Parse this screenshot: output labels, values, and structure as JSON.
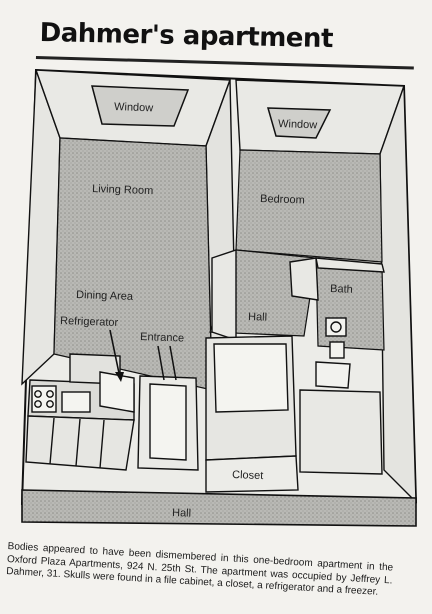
{
  "headline": "Dahmer's apartment",
  "labels": {
    "window_left": "Window",
    "window_right": "Window",
    "living_room": "Living Room",
    "bedroom": "Bedroom",
    "dining_area": "Dining Area",
    "refrigerator": "Refrigerator",
    "entrance": "Entrance",
    "hall_inner": "Hall",
    "bath": "Bath",
    "closet": "Closet",
    "hall_bottom": "Hall"
  },
  "caption": "Bodies appeared to have been dismembered in this one-bedroom apartment in the Oxford Plaza Apartments, 924 N. 25th St. The apartment was occupied by Jeffrey L. Dahmer, 31. Skulls were found in a file cabinet, a closet, a refrigerator and a freezer."
}
